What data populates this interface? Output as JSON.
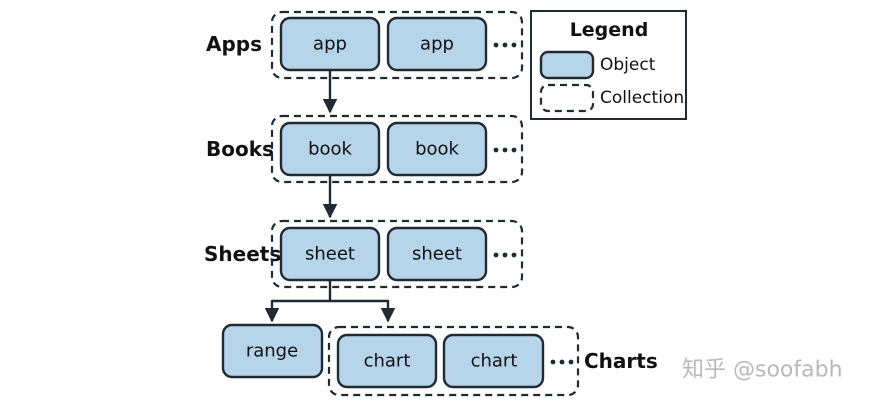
{
  "groups": {
    "apps": {
      "label": "Apps",
      "item1": "app",
      "item2": "app"
    },
    "books": {
      "label": "Books",
      "item1": "book",
      "item2": "book"
    },
    "sheets": {
      "label": "Sheets",
      "item1": "sheet",
      "item2": "sheet"
    },
    "range": {
      "item": "range"
    },
    "charts": {
      "label": "Charts",
      "item1": "chart",
      "item2": "chart"
    }
  },
  "legend": {
    "title": "Legend",
    "object": "Object",
    "collection": "Collection"
  },
  "watermark": "知乎 @soofabh"
}
